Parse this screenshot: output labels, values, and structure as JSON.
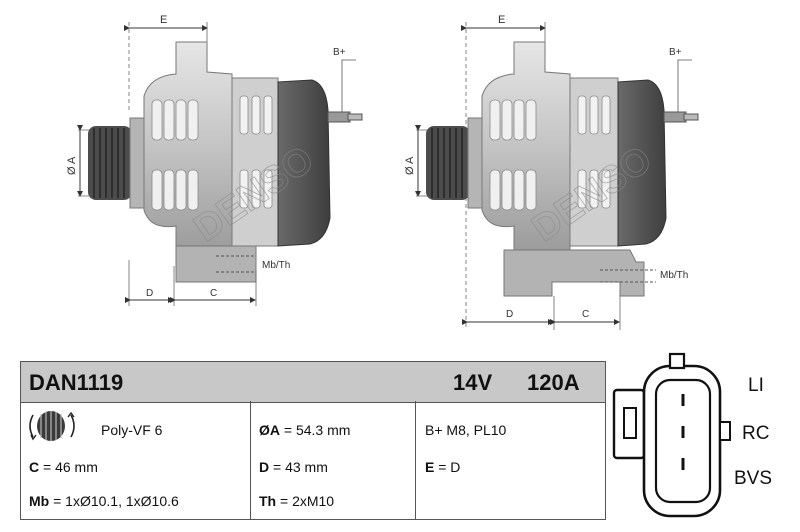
{
  "diagram": {
    "dim_e": "E",
    "dim_d": "D",
    "dim_c": "C",
    "dim_a": "Ø A",
    "terminal_b": "B+",
    "mount_label": "Mb/Th",
    "brand_watermark": "DENSO"
  },
  "spec": {
    "model": "DAN1119",
    "voltage": "14V",
    "current": "120A",
    "pulley_label": "Poly-VF 6",
    "c_key": "C",
    "c_val": " = 46 mm",
    "mb_key": "Mb",
    "mb_val": " = 1xØ10.1, 1xØ10.6",
    "a_key": "ØA",
    "a_val": " = 54.3 mm",
    "d_key": "D",
    "d_val": " = 43 mm",
    "th_key": "Th",
    "th_val": " = 2xM10",
    "bplus": "B+ M8, PL10",
    "e_key": "E",
    "e_val": " = D"
  },
  "connector": {
    "pins": [
      "LI",
      "RC",
      "BVS"
    ]
  },
  "colors": {
    "header_bg": "#c8c8c8",
    "body_light": "#d6d6d6",
    "body_mid": "#a9a9a9",
    "body_dark": "#5a5a5a"
  }
}
